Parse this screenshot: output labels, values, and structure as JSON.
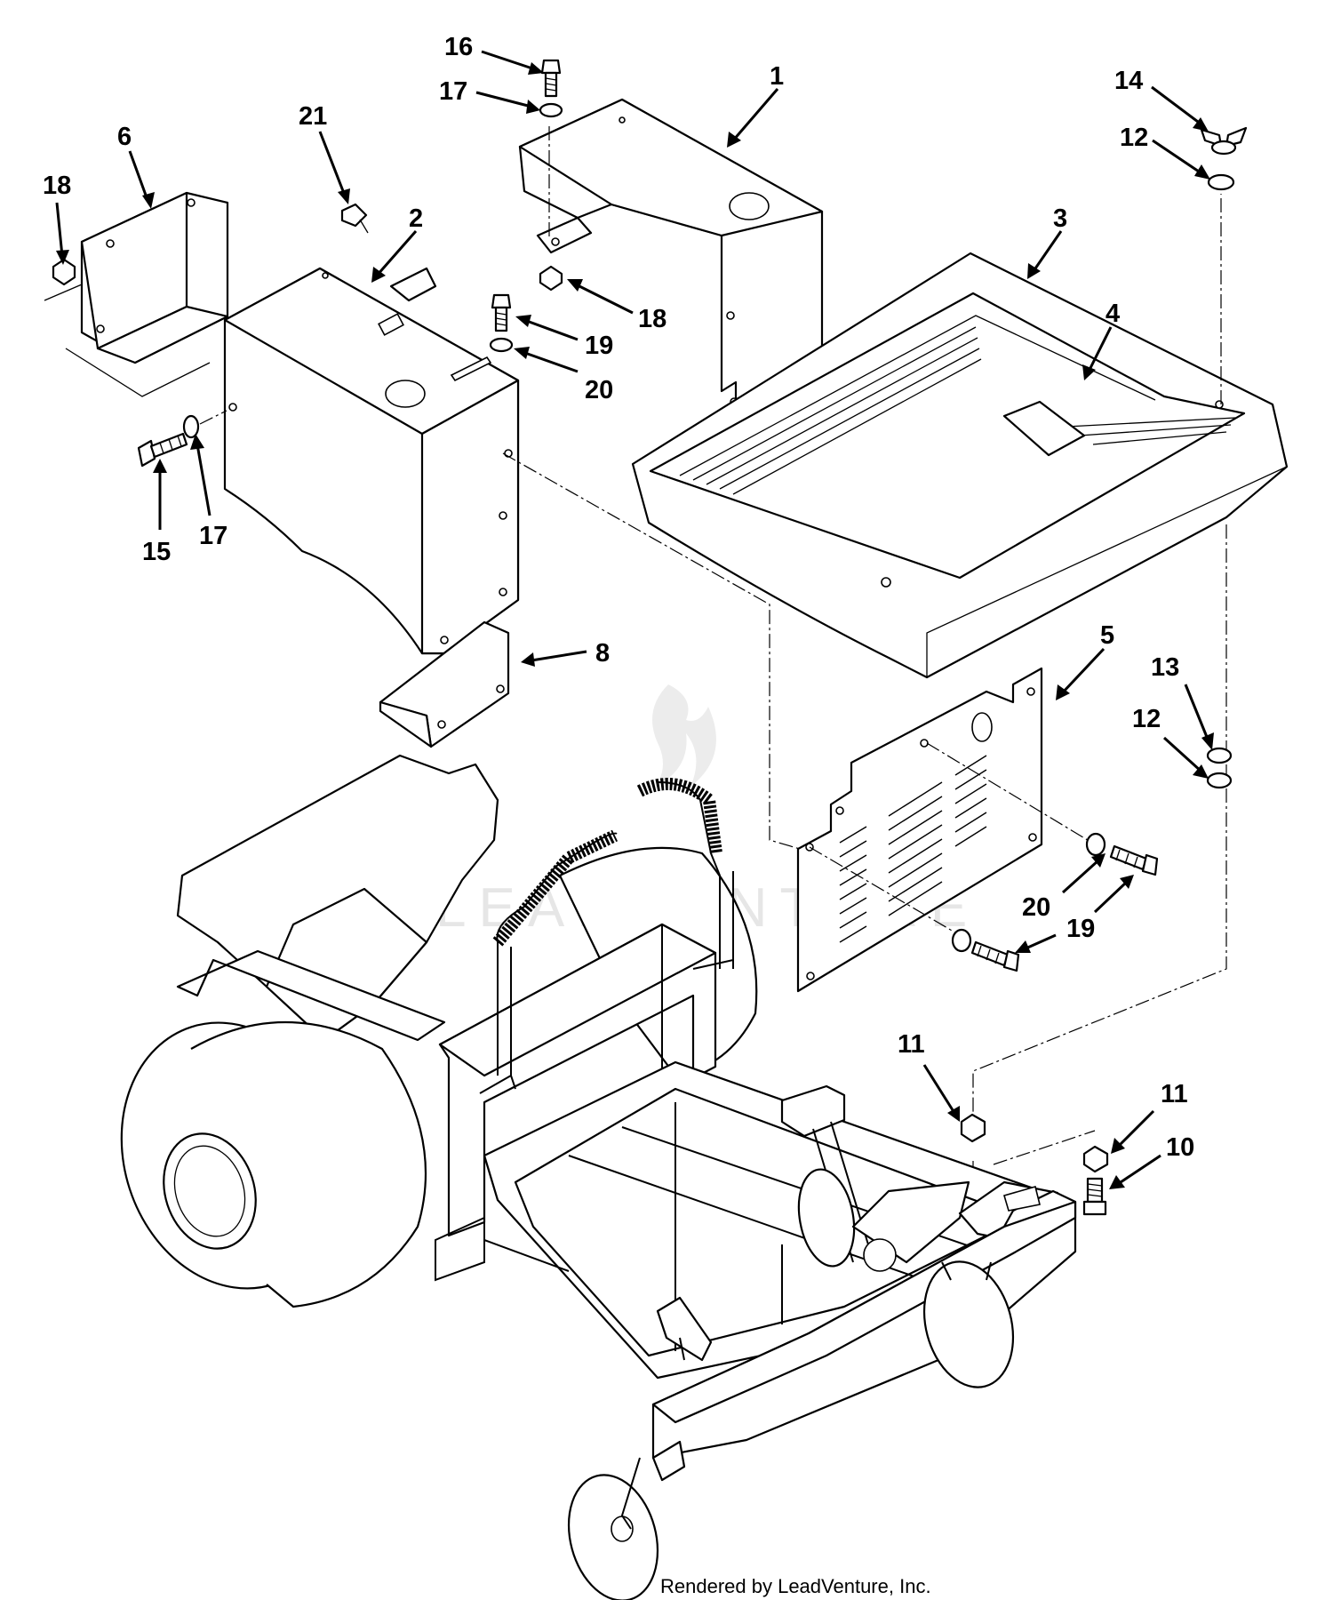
{
  "callouts": [
    {
      "label": "1"
    },
    {
      "label": "2"
    },
    {
      "label": "3"
    },
    {
      "label": "4"
    },
    {
      "label": "5"
    },
    {
      "label": "6"
    },
    {
      "label": "8"
    },
    {
      "label": "10"
    },
    {
      "label": "11"
    },
    {
      "label": "11"
    },
    {
      "label": "12"
    },
    {
      "label": "12"
    },
    {
      "label": "13"
    },
    {
      "label": "14"
    },
    {
      "label": "15"
    },
    {
      "label": "16"
    },
    {
      "label": "17"
    },
    {
      "label": "17"
    },
    {
      "label": "18"
    },
    {
      "label": "18"
    },
    {
      "label": "19"
    },
    {
      "label": "19"
    },
    {
      "label": "20"
    },
    {
      "label": "20"
    },
    {
      "label": "21"
    }
  ],
  "watermark": {
    "text": "LEADVENTURE"
  },
  "footer": {
    "credit": "Rendered by LeadVenture, Inc."
  }
}
